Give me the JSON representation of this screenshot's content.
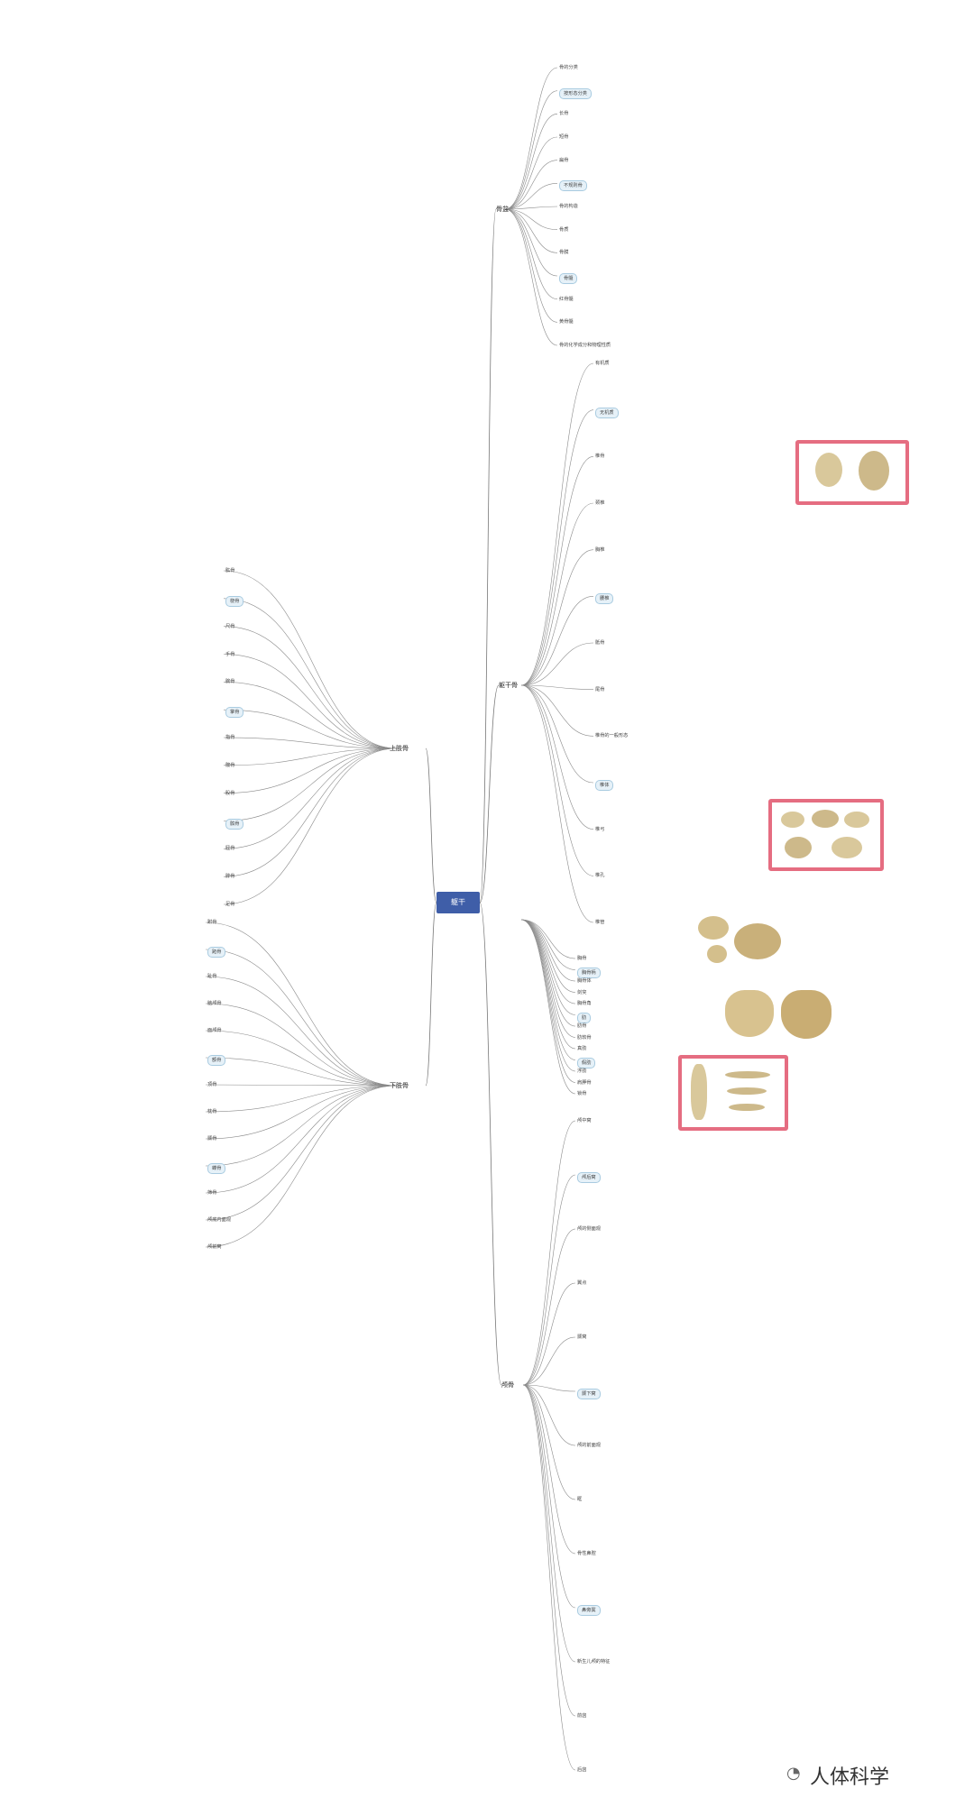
{
  "root": "躯干",
  "branches": {
    "b1": "骨盆",
    "b2": "躯干骨",
    "b3": "上肢骨",
    "b4": "下肢骨",
    "b5": "颅骨"
  },
  "nodes": [
    "骨的分类",
    "按形态分类",
    "长骨",
    "短骨",
    "扁骨",
    "不规则骨",
    "骨的构造",
    "骨质",
    "骨膜",
    "骨髓",
    "红骨髓",
    "黄骨髓",
    "骨的化学成分和物理性质",
    "有机质",
    "无机质",
    "椎骨",
    "颈椎",
    "胸椎",
    "腰椎",
    "骶骨",
    "尾骨",
    "椎骨的一般形态",
    "椎体",
    "椎弓",
    "椎孔",
    "椎管",
    "胸骨",
    "胸骨柄",
    "胸骨体",
    "剑突",
    "胸骨角",
    "肋",
    "肋骨",
    "肋软骨",
    "真肋",
    "假肋",
    "浮肋",
    "肩胛骨",
    "锁骨",
    "肱骨",
    "桡骨",
    "尺骨",
    "手骨",
    "腕骨",
    "掌骨",
    "指骨",
    "髋骨",
    "股骨",
    "髌骨",
    "胫骨",
    "腓骨",
    "足骨",
    "跗骨",
    "跖骨",
    "趾骨",
    "脑颅骨",
    "面颅骨",
    "额骨",
    "顶骨",
    "枕骨",
    "颞骨",
    "蝶骨",
    "筛骨",
    "颅底内面观",
    "颅前窝",
    "颅中窝",
    "颅后窝",
    "颅的侧面观",
    "翼点",
    "颞窝",
    "颞下窝",
    "颅的前面观",
    "眶",
    "骨性鼻腔",
    "鼻旁窦",
    "新生儿颅的特征",
    "前囟",
    "后囟"
  ],
  "watermark": "人体科学"
}
